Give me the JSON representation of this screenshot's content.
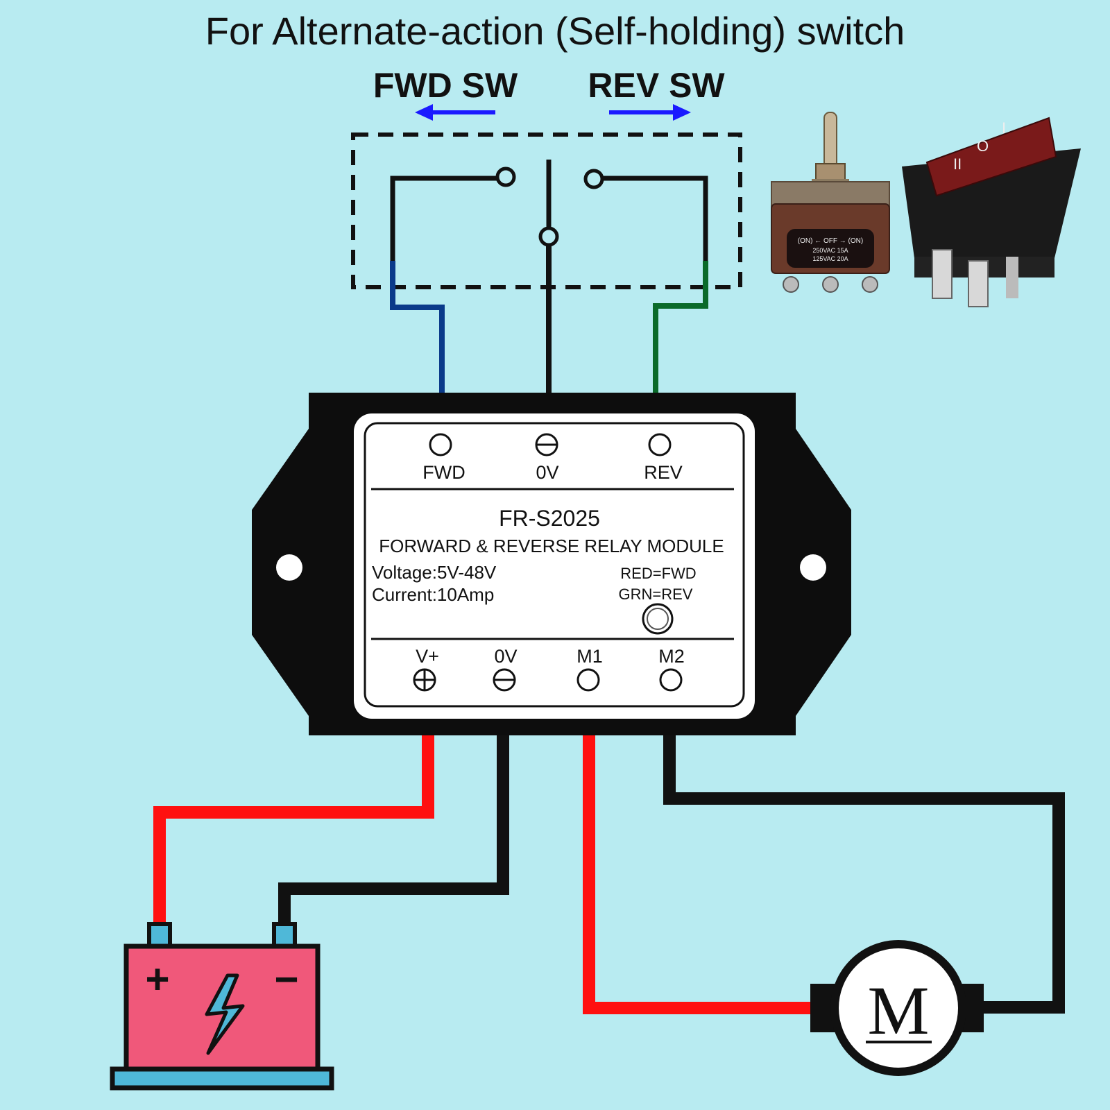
{
  "title": "For Alternate-action (Self-holding) switch",
  "switch_labels": {
    "fwd": "FWD SW",
    "rev": "REV SW"
  },
  "module": {
    "model": "FR-S2025",
    "name": "FORWARD & REVERSE RELAY MODULE",
    "voltage": "Voltage:5V-48V",
    "current": "Current:10Amp",
    "led_red": "RED=FWD",
    "led_green": "GRN=REV",
    "top_terminals": {
      "fwd": "FWD",
      "zero": "0V",
      "rev": "REV"
    },
    "bottom_terminals": {
      "vplus": "V+",
      "zero": "0V",
      "m1": "M1",
      "m2": "M2"
    }
  },
  "toggle_switch_label": {
    "line1": "(ON) ← OFF → (ON)",
    "line2": "250VAC  15A",
    "line3": "125VAC  20A"
  },
  "rocker_marks": {
    "top": "I",
    "mid": "O",
    "bottom": "II"
  },
  "battery": {
    "plus": "+",
    "minus": "−"
  },
  "motor": {
    "letter": "M"
  },
  "colors": {
    "background": "#b8ebf1",
    "red_wire": "#ff1010",
    "blue_wire": "#0a3a8a",
    "green_wire": "#0a6a2a",
    "arrow": "#1a1aff",
    "battery": "#f0587a"
  }
}
